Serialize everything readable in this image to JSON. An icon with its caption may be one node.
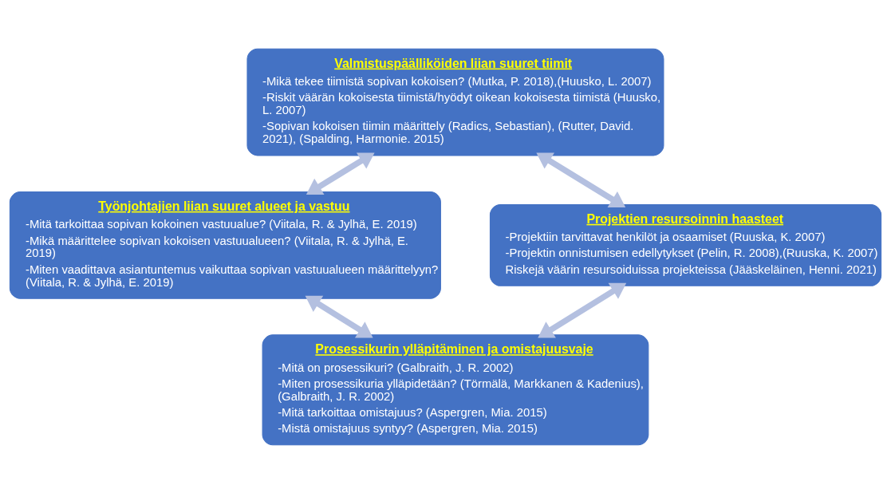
{
  "diagram": {
    "nodes": [
      {
        "text": [
          "Valmistuspäälliköiden liian suuret tiimit",
          "-Mikä tekee tiimistä sopivan kokoisen? (Mutka, P. 2018),(Huusko, L. 2007)",
          "-Riskit väärän kokoisesta tiimistä/hyödyt oikean kokoisesta tiimistä (Huusko, L. 2007)",
          "-Sopivan kokoisen tiimin määrittely (Radics, Sebastian), (Rutter, David. 2021), (Spalding, Harmonie. 2015)"
        ]
      },
      {
        "text": [
          "Työnjohtajien liian suuret alueet ja vastuu",
          "-Mitä tarkoittaa sopivan kokoinen vastuualue? (Viitala, R. & Jylhä, E. 2019)",
          "-Mikä määrittelee sopivan kokoisen vastuualueen? (Viitala, R. & Jylhä, E. 2019)",
          "-Miten vaadittava asiantuntemus vaikuttaa sopivan vastuualueen määrittelyyn? (Viitala, R. & Jylhä, E. 2019)"
        ]
      },
      {
        "text": [
          "Projektien resursoinnin haasteet",
          "-Projektiin tarvittavat henkilöt ja osaamiset (Ruuska, K. 2007)",
          "-Projektin onnistumisen edellytykset (Pelin, R. 2008),(Ruuska, K. 2007)",
          "Riskejä väärin resursoiduissa projekteissa (Jääskeläinen, Henni. 2021)"
        ]
      },
      {
        "text": [
          "Prosessikurin ylläpitäminen ja omistajuusvaje",
          "-Mitä on prosessikuri? (Galbraith, J. R. 2002)",
          "-Miten prosessikuria ylläpidetään? (Törmälä, Markkanen & Kadenius), (Galbraith, J. R. 2002)",
          "-Mitä tarkoittaa omistajuus? (Aspergren, Mia. 2015)",
          "-Mistä omistajuus syntyy? (Aspergren, Mia. 2015)"
        ]
      }
    ],
    "edges": [
      {
        "from": 0,
        "to": 1,
        "arrow": "both"
      },
      {
        "from": 0,
        "to": 2,
        "arrow": "both"
      },
      {
        "from": 1,
        "to": 3,
        "arrow": "both"
      },
      {
        "from": 2,
        "to": 3,
        "arrow": "both"
      }
    ]
  }
}
